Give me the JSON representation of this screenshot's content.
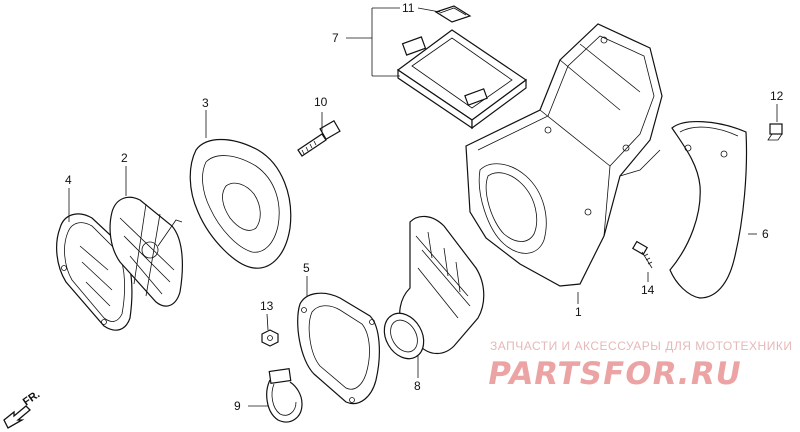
{
  "callouts": {
    "c1": "1",
    "c2": "2",
    "c3": "3",
    "c4": "4",
    "c5": "5",
    "c6": "6",
    "c7": "7",
    "c8": "8",
    "c9": "9",
    "c10": "10",
    "c11": "11",
    "c12": "12",
    "c13": "13",
    "c14": "14"
  },
  "direction_label": "FR.",
  "watermark": {
    "subtitle": "ЗАПЧАСТИ И АКСЕССУАРЫ ДЛЯ МОТОТЕХНИКИ",
    "brand": "PARTSFOR.RU",
    "color": "#eba3a3"
  }
}
